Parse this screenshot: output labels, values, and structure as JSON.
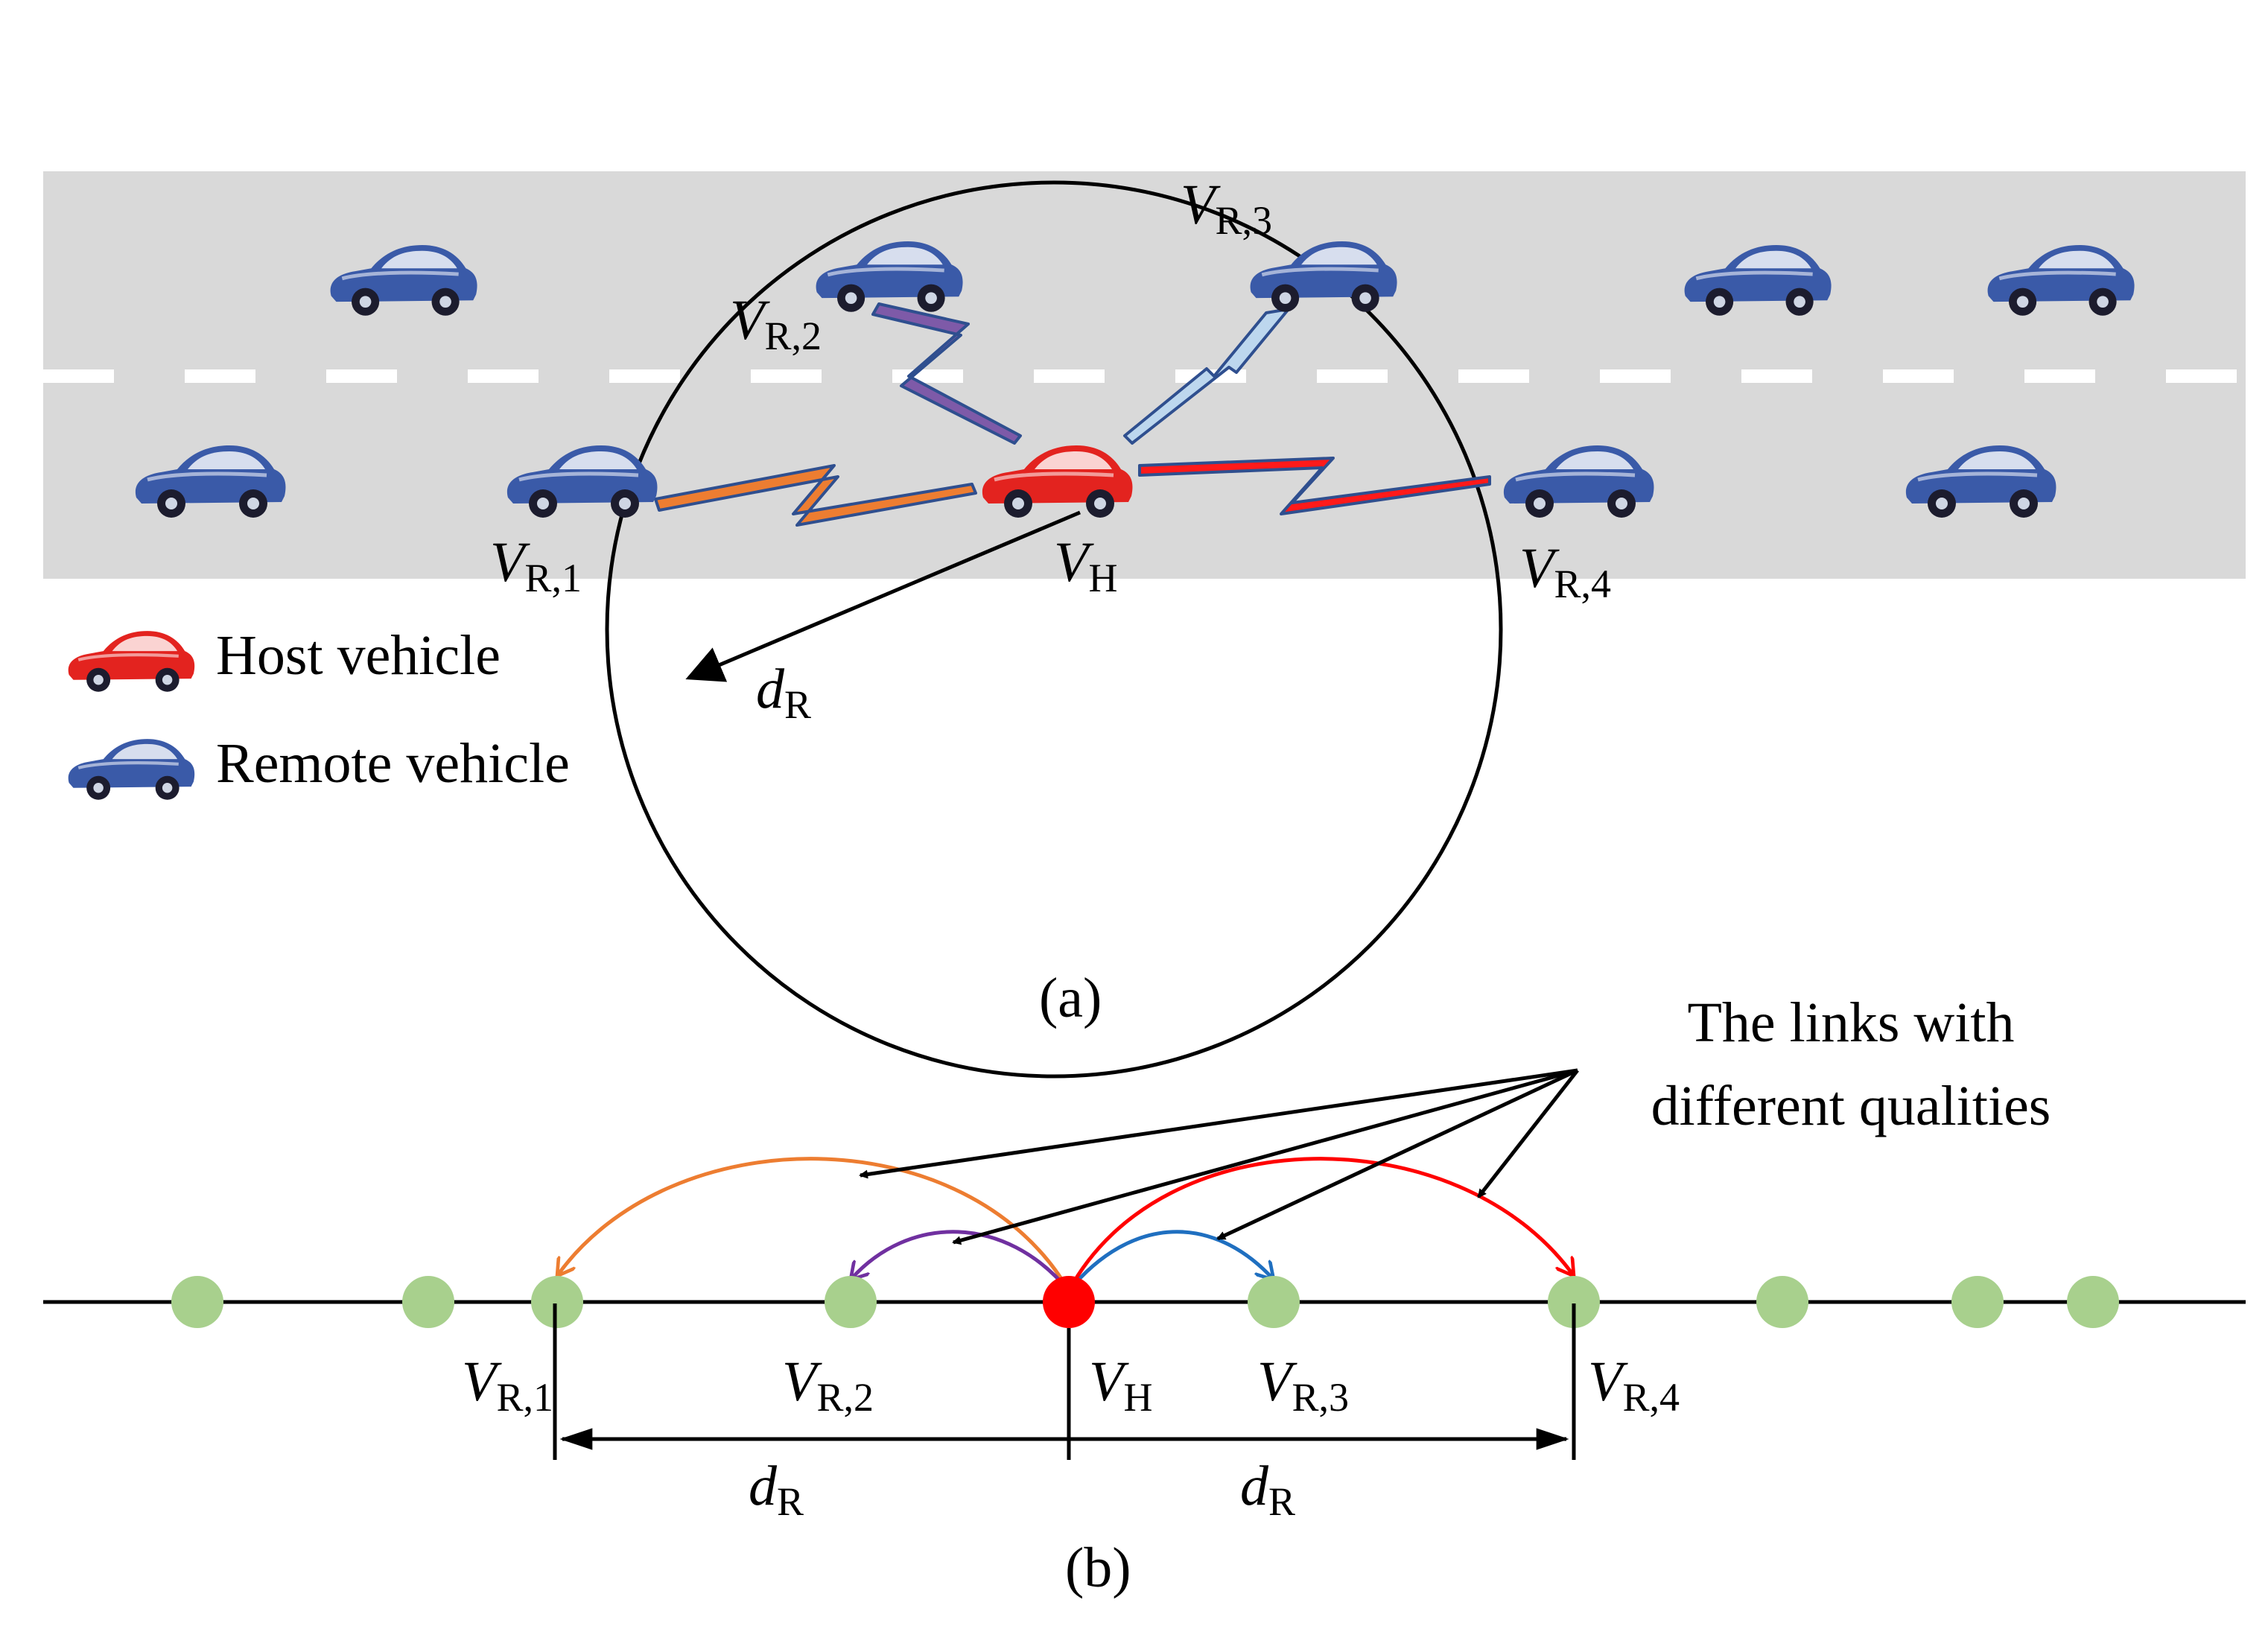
{
  "legend": {
    "host": "Host vehicle",
    "remote": "Remote vehicle"
  },
  "labels": {
    "v_symbol": "V",
    "d_symbol": "d",
    "host_sub": "H",
    "range_sub": "R",
    "r1_sub": "R,1",
    "r2_sub": "R,2",
    "r3_sub": "R,3",
    "r4_sub": "R,4"
  },
  "captions": {
    "a": "(a)",
    "b": "(b)"
  },
  "annotation": {
    "line1": "The links with",
    "line2": "different qualities"
  },
  "colors": {
    "road": "#d9d9d9",
    "lane_mark": "#ffffff",
    "host_car": "#e3231f",
    "remote_car": "#3a5aa8",
    "node": "#a8d08d",
    "host_node": "#ff0000",
    "link_r1": "#ed7d31",
    "link_r2": "#7030a0",
    "link_r3": "#1f6fc0",
    "link_r4": "#ff0000",
    "bolt_r3": "#bdd7ee"
  },
  "icons": {
    "car": "car-icon",
    "bolt": "lightning-bolt-icon"
  }
}
